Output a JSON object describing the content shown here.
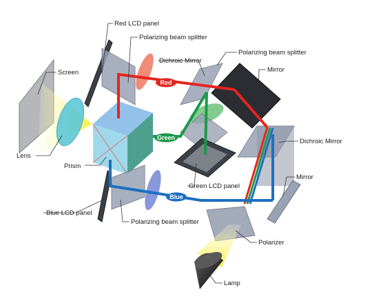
{
  "labels": {
    "screen": "Screen",
    "lens": "Lens",
    "prism": "Prism",
    "red_lcd": "Red LCD panel",
    "pbs_top": "Polarizing beam splitter",
    "dichroic_top": "Dichroic Mirror",
    "pbs_right": "Polarizing beam splitter",
    "mirror_top": "Mirror",
    "dichroic_right": "Dichroic Mirror",
    "mirror_right": "Mirror",
    "green_lcd": "Green LCD panel",
    "blue_lcd": "Blue LCD panel",
    "pbs_bottom": "Polarizing beam splitter",
    "polarizer": "Polarizer",
    "lamp": "Lamp"
  },
  "beam_tags": {
    "red": "Red",
    "green": "Green",
    "blue": "Blue"
  },
  "colors": {
    "red_beam": "#e52420",
    "green_beam": "#1a9a4a",
    "blue_beam": "#1c6fc1",
    "lens": "#5ec8d8",
    "light": "#f5ef3a"
  }
}
